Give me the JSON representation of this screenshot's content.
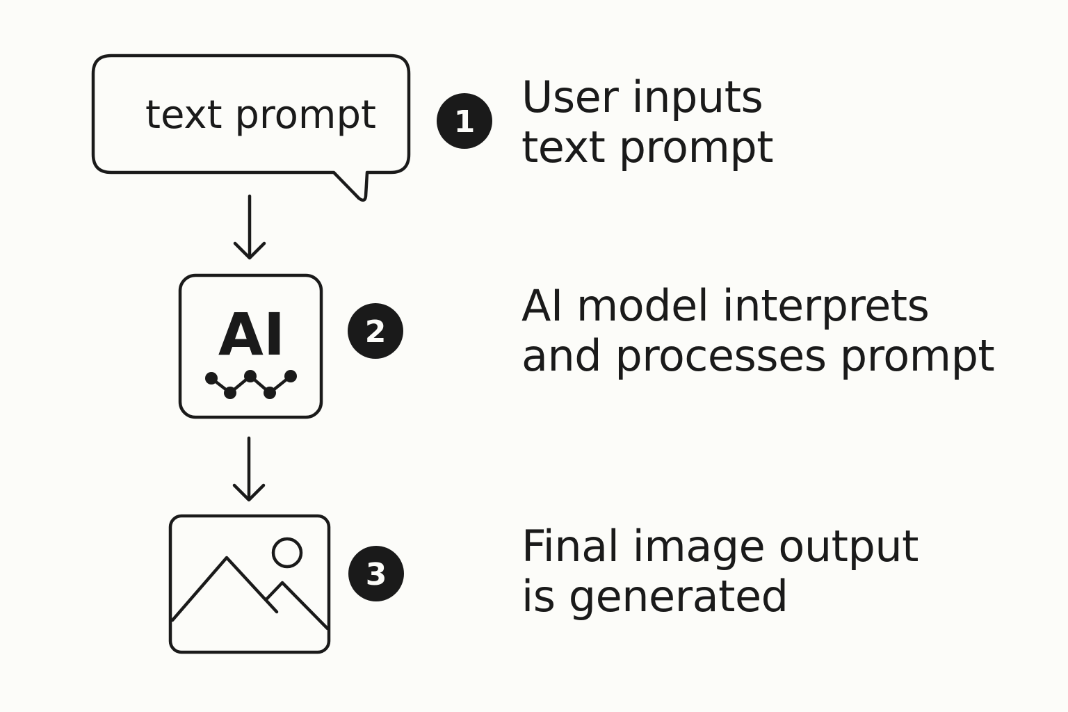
{
  "colors": {
    "ink": "#1a1a1a",
    "background": "#fcfcf9"
  },
  "steps": [
    {
      "number": "1",
      "icon": "speech-bubble-icon",
      "icon_text": "text prompt",
      "lines": [
        "User inputs",
        "text prompt"
      ]
    },
    {
      "number": "2",
      "icon": "ai-model-icon",
      "icon_text": "AI",
      "lines": [
        "AI model interprets",
        "and processes prompt"
      ]
    },
    {
      "number": "3",
      "icon": "image-icon",
      "lines": [
        "Final image output",
        "is generated"
      ]
    }
  ]
}
